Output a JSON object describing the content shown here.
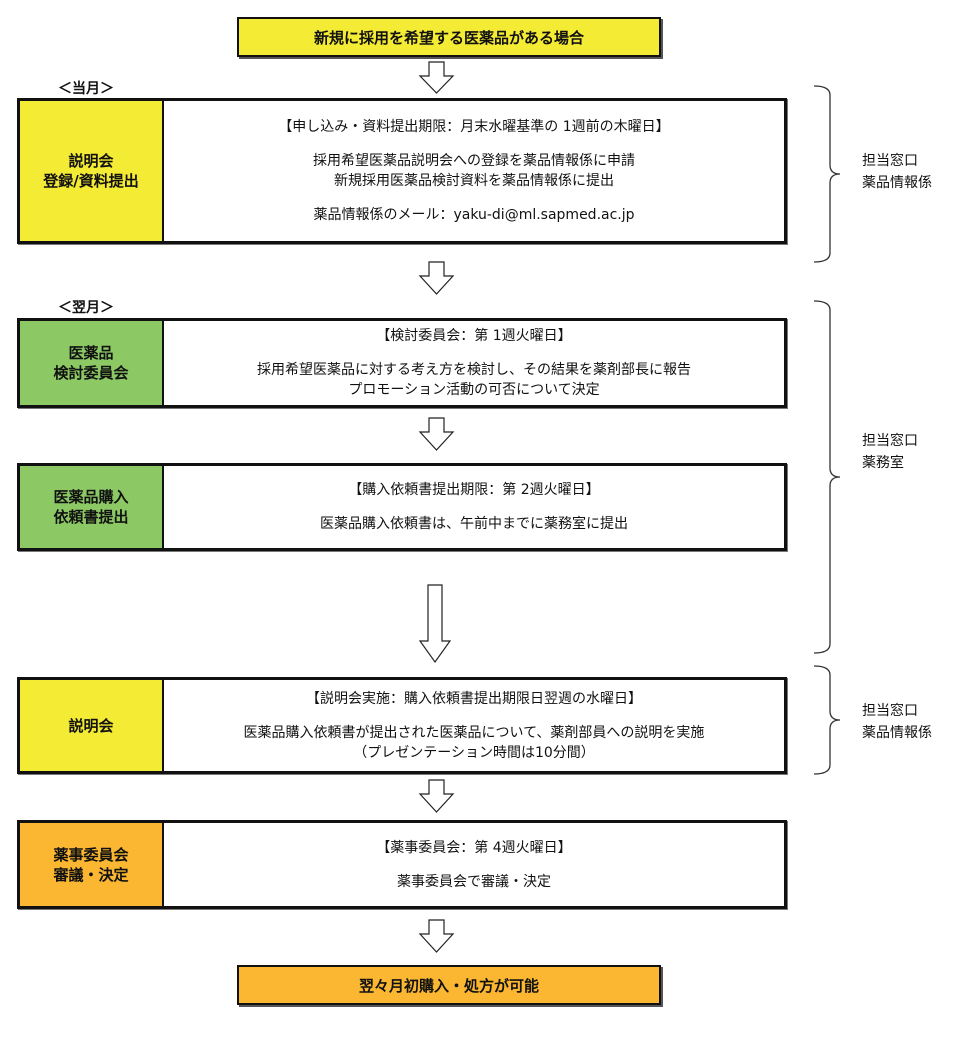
{
  "start": {
    "text": "新規に採用を希望する医薬品がある場合",
    "color": "#f4eb34"
  },
  "end": {
    "text": "翌々月初購入・処方が可能",
    "color": "#fbb731"
  },
  "months": {
    "current": "＜当月＞",
    "next": "＜翌月＞"
  },
  "steps": [
    {
      "label_lines": [
        "説明会",
        "登録/資料提出"
      ],
      "color": "#f4eb34",
      "heading": "【申し込み・資料提出期限：月末水曜基準の 1週前の木曜日】",
      "lines": [
        "採用希望医薬品説明会への登録を薬品情報係に申請",
        "新規採用医薬品検討資料を薬品情報係に提出"
      ],
      "extra": "薬品情報係のメール：yaku-di@ml.sapmed.ac.jp"
    },
    {
      "label_lines": [
        "医薬品",
        "検討委員会"
      ],
      "color": "#8cc965",
      "heading": "【検討委員会：第 1週火曜日】",
      "lines": [
        "採用希望医薬品に対する考え方を検討し、その結果を薬剤部長に報告",
        "プロモーション活動の可否について決定"
      ]
    },
    {
      "label_lines": [
        "医薬品購入",
        "依頼書提出"
      ],
      "color": "#8cc965",
      "heading": "【購入依頼書提出期限：第 2週火曜日】",
      "lines": [
        "医薬品購入依頼書は、午前中までに薬務室に提出"
      ]
    },
    {
      "label_lines": [
        "説明会"
      ],
      "color": "#f4eb34",
      "heading": "【説明会実施：購入依頼書提出期限日翌週の水曜日】",
      "lines": [
        "医薬品購入依頼書が提出された医薬品について、薬剤部員への説明を実施",
        "（プレゼンテーション時間は10分間）"
      ]
    },
    {
      "label_lines": [
        "薬事委員会",
        "審議・決定"
      ],
      "color": "#fbb731",
      "heading": "【薬事委員会：第 4週火曜日】",
      "lines": [
        "薬事委員会で審議・決定"
      ]
    }
  ],
  "contacts": [
    {
      "line1": "担当窓口",
      "line2": "薬品情報係"
    },
    {
      "line1": "担当窓口",
      "line2": "薬務室"
    },
    {
      "line1": "担当窓口",
      "line2": "薬品情報係"
    }
  ]
}
